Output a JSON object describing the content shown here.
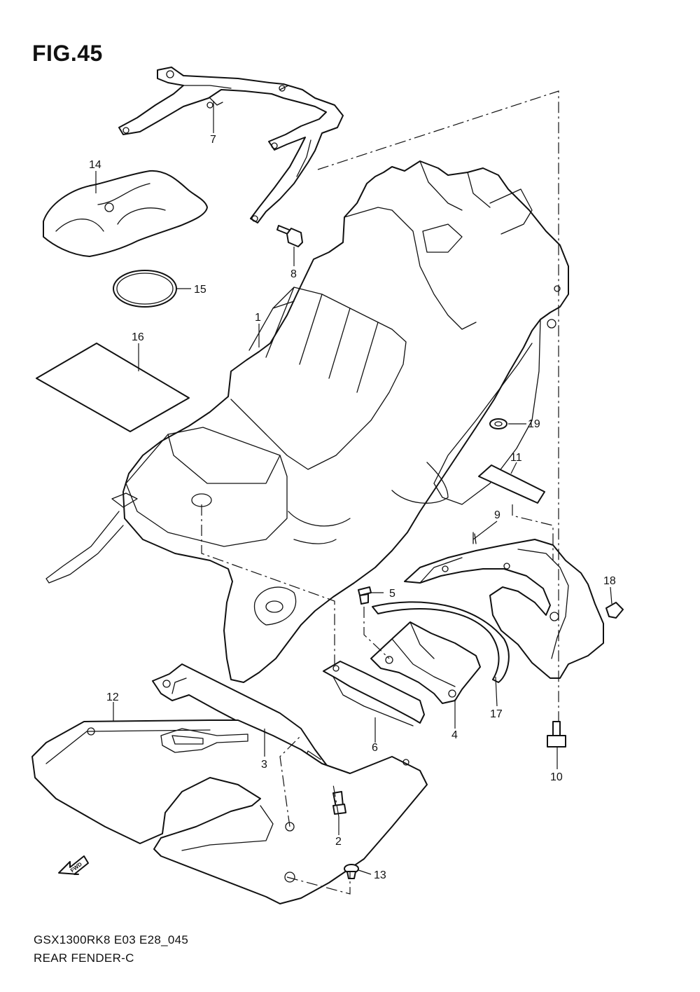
{
  "figure": {
    "title": "FIG.45",
    "model_code": "GSX1300RK8 E03 E28_045",
    "caption": "REAR FENDER-C"
  },
  "fwd_marker": {
    "label": "FWD"
  },
  "callouts": [
    {
      "id": "c1",
      "number": "1"
    },
    {
      "id": "c2",
      "number": "2"
    },
    {
      "id": "c3",
      "number": "3"
    },
    {
      "id": "c4",
      "number": "4"
    },
    {
      "id": "c5",
      "number": "5"
    },
    {
      "id": "c6",
      "number": "6"
    },
    {
      "id": "c7",
      "number": "7"
    },
    {
      "id": "c8",
      "number": "8"
    },
    {
      "id": "c9",
      "number": "9"
    },
    {
      "id": "c10",
      "number": "10"
    },
    {
      "id": "c11",
      "number": "11"
    },
    {
      "id": "c12",
      "number": "12"
    },
    {
      "id": "c13",
      "number": "13"
    },
    {
      "id": "c14",
      "number": "14"
    },
    {
      "id": "c15",
      "number": "15"
    },
    {
      "id": "c16",
      "number": "16"
    },
    {
      "id": "c17",
      "number": "17"
    },
    {
      "id": "c18",
      "number": "18"
    },
    {
      "id": "c19",
      "number": "19"
    }
  ]
}
